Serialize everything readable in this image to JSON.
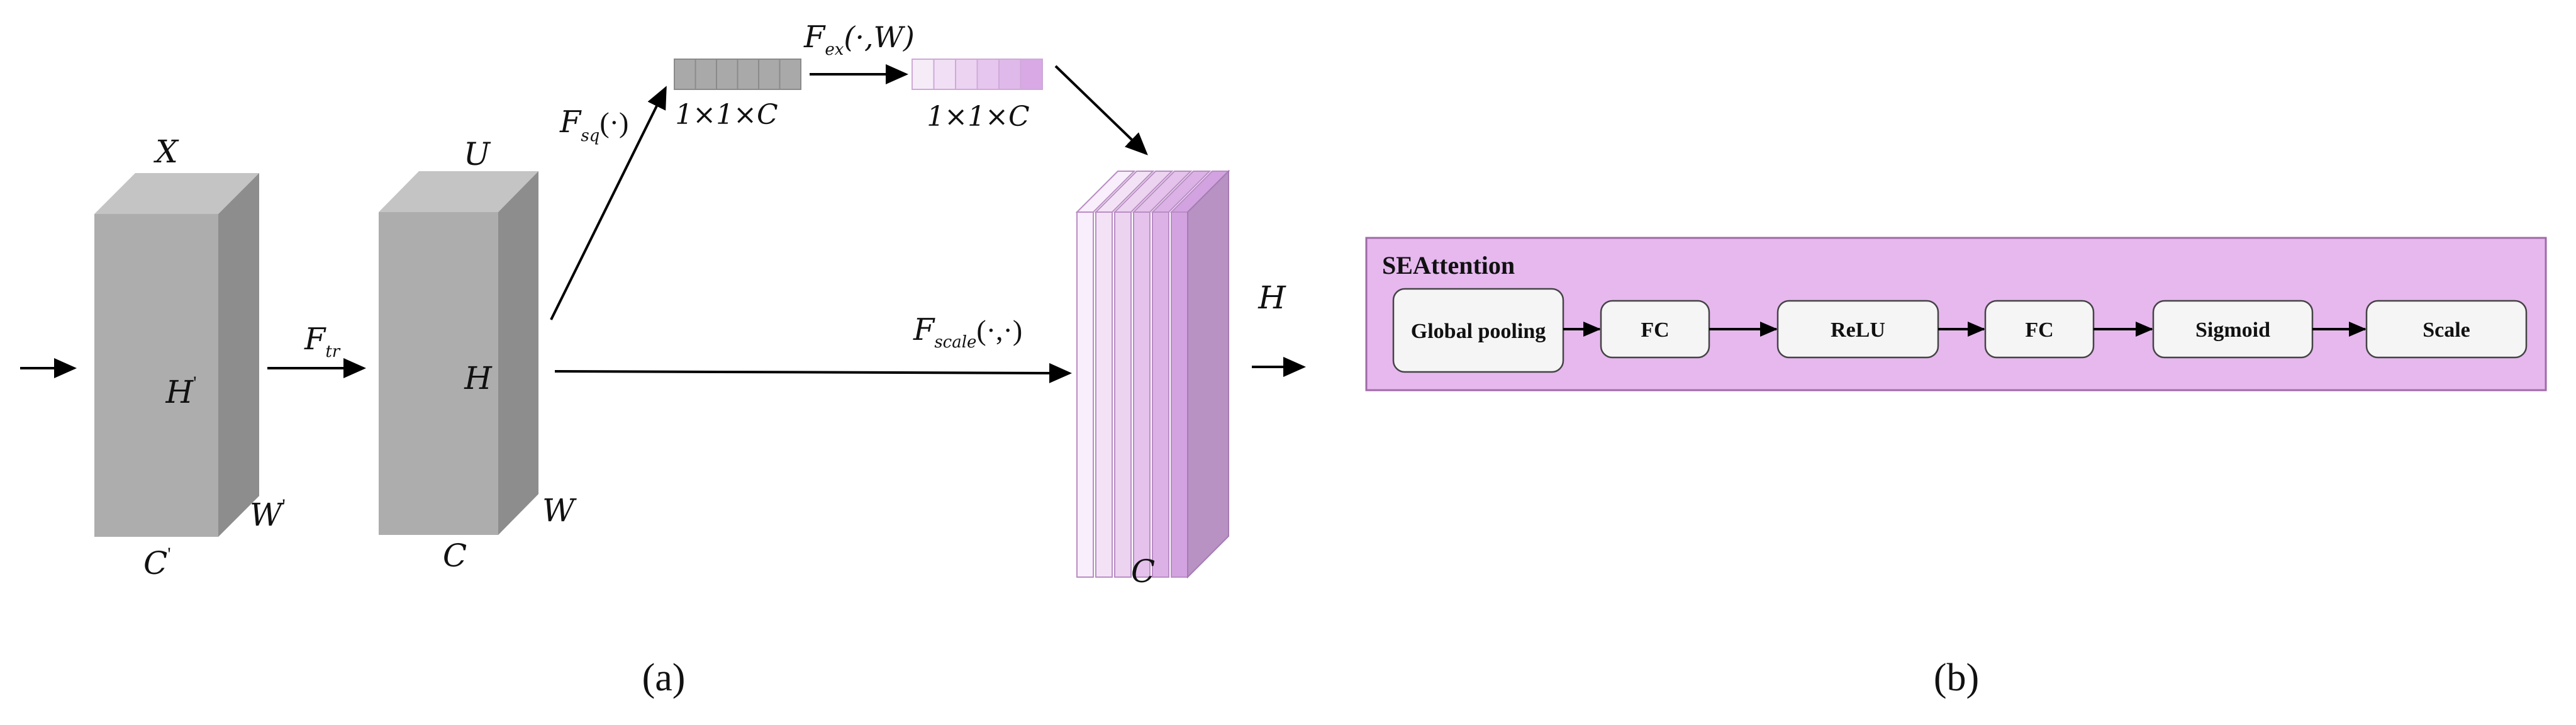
{
  "panel_a": {
    "label_x": "X",
    "label_h_prime": "H",
    "label_w_prime": "W",
    "label_c_prime": "C",
    "prime": "'",
    "label_f": "F",
    "label_tr": "tr",
    "label_u": "U",
    "label_h": "H",
    "label_w": "W",
    "label_c": "C",
    "label_sq": "sq",
    "label_sq_arg": "(·)",
    "label_ex": "ex",
    "label_ex_arg": "(·,W)",
    "label_scale": "scale",
    "label_scale_arg": "(·,·)",
    "vec1_label": "1×1×C",
    "vec2_label": "1×1×C",
    "out_c": "C",
    "out_h": "H"
  },
  "panel_b": {
    "title": "SEAttention",
    "blocks": [
      "Global pooling",
      "FC",
      "ReLU",
      "FC",
      "Sigmoid",
      "Scale"
    ]
  },
  "captions": {
    "a": "(a)",
    "b": "(b)"
  },
  "colors": {
    "block_front": "#adadad",
    "block_top": "#c4c4c4",
    "block_side": "#8d8d8d",
    "vec_gray": "#a9a9a9",
    "purple_panel": "#e6b8ee",
    "purple_border": "#a06aa8",
    "out_side": "#b792c3",
    "block_fill": "#f5f5f5"
  }
}
